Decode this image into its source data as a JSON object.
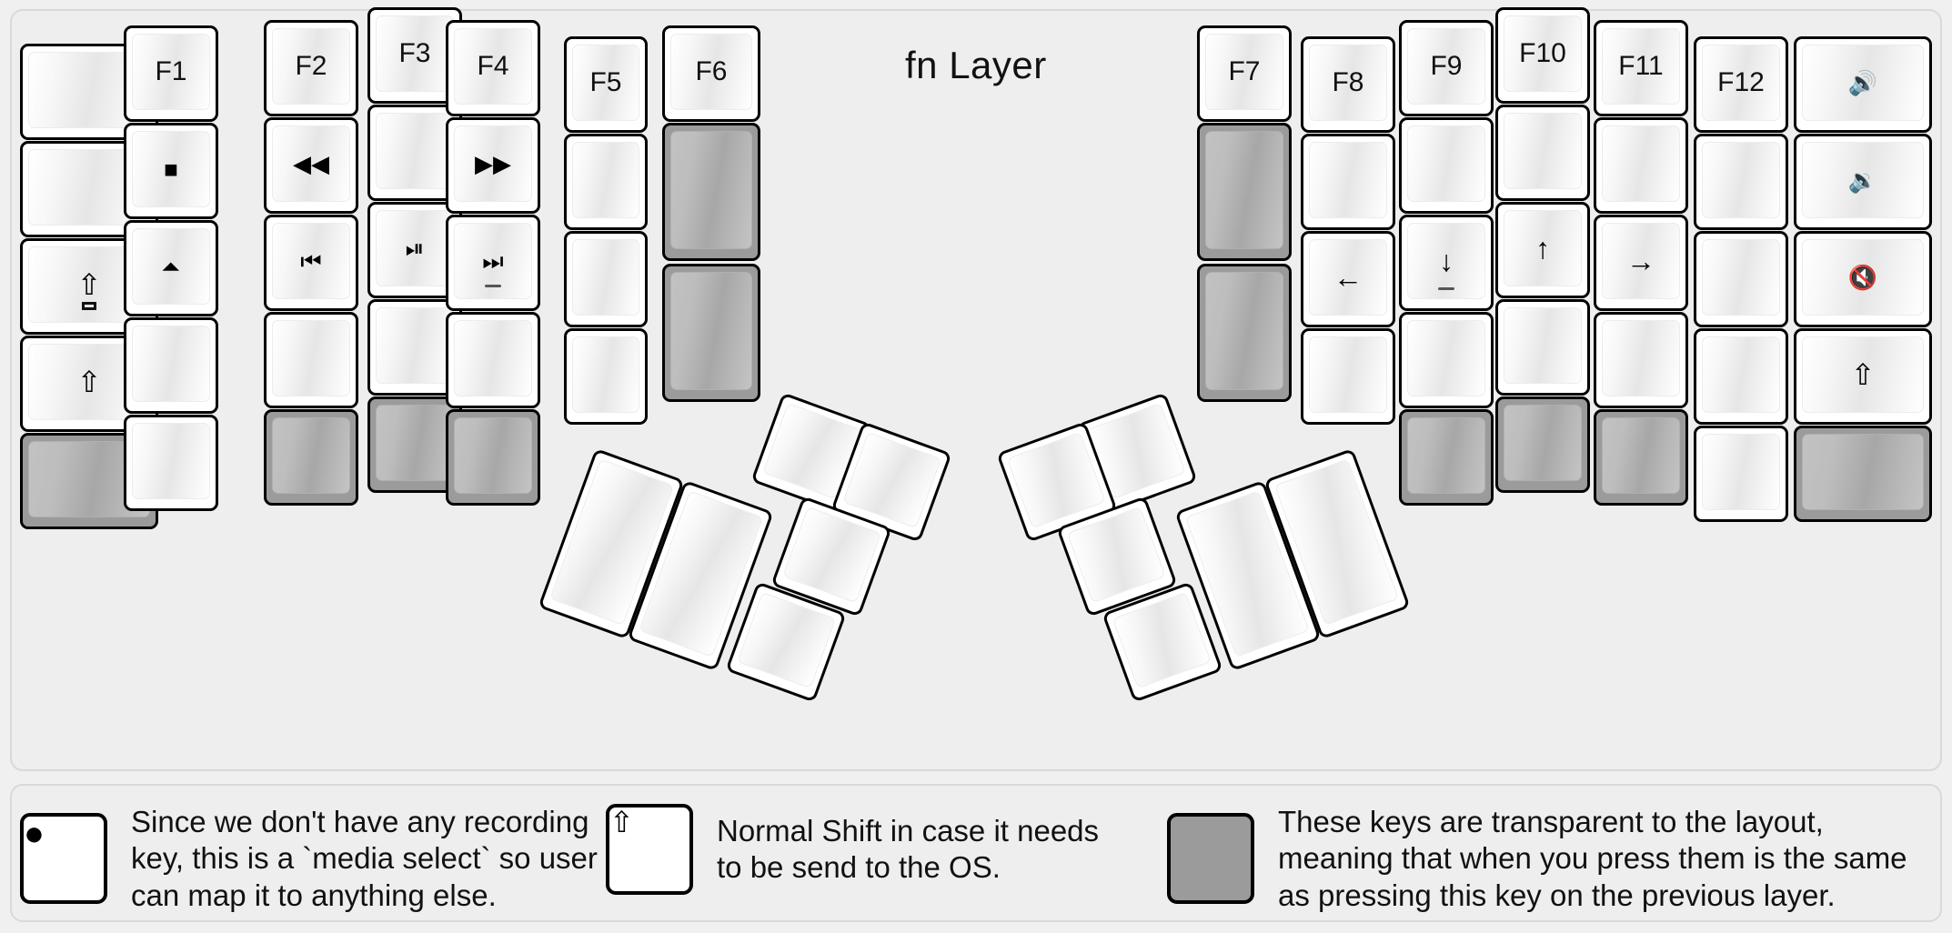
{
  "title": "fn Layer",
  "colors": {
    "background": "#f0f0f0",
    "panel": "#eeeeee",
    "key_fill": "#ffffff",
    "transparent_key": "#9b9b9b",
    "outline": "#000000"
  },
  "glyphs": {
    "record": "●",
    "stop": "■",
    "eject": "⏏",
    "rewind": "◀◀",
    "fast_forward": "▶▶",
    "prev_track": "⏮",
    "play_pause": "⏯",
    "next_track": "⏭",
    "arrow_left": "←",
    "arrow_down": "↓",
    "arrow_up": "↑",
    "arrow_right": "→",
    "volume_up": "🔊",
    "volume_down": "🔉",
    "volume_mute": "🔈",
    "shift": "⇧",
    "caps_lock": "⇧"
  },
  "left_half": {
    "columns": [
      {
        "name": "col-pinky-outer",
        "keys": [
          {
            "name": "key-blank-1",
            "label": "",
            "type": "blank"
          },
          {
            "name": "key-blank-2",
            "label": "",
            "type": "blank"
          },
          {
            "name": "key-caps-lock",
            "label": "",
            "icon": "caps-lock-icon",
            "type": "glyph"
          },
          {
            "name": "key-shift",
            "label": "",
            "icon": "shift-icon",
            "type": "glyph"
          },
          {
            "name": "key-transparent-1",
            "label": "",
            "type": "transparent"
          }
        ]
      },
      {
        "name": "col-pinky",
        "keys": [
          {
            "name": "key-f1",
            "label": "F1",
            "type": "text"
          },
          {
            "name": "key-stop",
            "label": "",
            "icon": "stop-icon",
            "type": "glyph"
          },
          {
            "name": "key-eject",
            "label": "",
            "icon": "eject-icon",
            "type": "glyph"
          },
          {
            "name": "key-blank-3",
            "label": "",
            "type": "blank"
          },
          {
            "name": "key-blank-4",
            "label": "",
            "type": "blank"
          }
        ]
      },
      {
        "name": "col-ring",
        "keys": [
          {
            "name": "key-f2",
            "label": "F2",
            "type": "text"
          },
          {
            "name": "key-rewind",
            "label": "",
            "icon": "rewind-icon",
            "type": "glyph"
          },
          {
            "name": "key-prev-track",
            "label": "",
            "icon": "prev-track-icon",
            "type": "glyph"
          },
          {
            "name": "key-blank-5",
            "label": "",
            "type": "blank"
          },
          {
            "name": "key-transparent-2",
            "label": "",
            "type": "transparent"
          }
        ]
      },
      {
        "name": "col-middle",
        "keys": [
          {
            "name": "key-f3",
            "label": "F3",
            "type": "text"
          },
          {
            "name": "key-record",
            "label": "",
            "icon": "record-icon",
            "type": "glyph"
          },
          {
            "name": "key-play-pause",
            "label": "",
            "icon": "play-pause-icon",
            "type": "glyph"
          },
          {
            "name": "key-blank-6",
            "label": "",
            "type": "blank"
          },
          {
            "name": "key-transparent-3",
            "label": "",
            "type": "transparent"
          }
        ]
      },
      {
        "name": "col-index",
        "keys": [
          {
            "name": "key-f4",
            "label": "F4",
            "type": "text"
          },
          {
            "name": "key-fast-forward",
            "label": "",
            "icon": "fast-forward-icon",
            "type": "glyph"
          },
          {
            "name": "key-next-track",
            "label": "",
            "icon": "next-track-icon",
            "type": "glyph",
            "tick": true
          },
          {
            "name": "key-blank-7",
            "label": "",
            "type": "blank"
          },
          {
            "name": "key-transparent-4",
            "label": "",
            "type": "transparent"
          }
        ]
      },
      {
        "name": "col-index-inner",
        "keys": [
          {
            "name": "key-f5",
            "label": "F5",
            "type": "text"
          },
          {
            "name": "key-blank-8",
            "label": "",
            "type": "blank"
          },
          {
            "name": "key-blank-9",
            "label": "",
            "type": "blank"
          },
          {
            "name": "key-blank-10",
            "label": "",
            "type": "blank"
          }
        ]
      },
      {
        "name": "col-inner",
        "keys": [
          {
            "name": "key-f6",
            "label": "F6",
            "type": "text"
          },
          {
            "name": "key-transparent-5",
            "label": "",
            "type": "transparent"
          },
          {
            "name": "key-transparent-6",
            "label": "",
            "type": "transparent"
          }
        ]
      }
    ],
    "thumb_cluster": {
      "name": "left-thumb-cluster",
      "keys": [
        {
          "name": "thumb-key-1",
          "label": ""
        },
        {
          "name": "thumb-key-2",
          "label": ""
        },
        {
          "name": "thumb-key-3",
          "label": ""
        },
        {
          "name": "thumb-key-4",
          "label": ""
        },
        {
          "name": "thumb-key-5",
          "label": ""
        },
        {
          "name": "thumb-key-6",
          "label": ""
        }
      ]
    }
  },
  "right_half": {
    "columns": [
      {
        "name": "col-inner-r",
        "keys": [
          {
            "name": "key-f7",
            "label": "F7",
            "type": "text"
          },
          {
            "name": "key-transparent-7",
            "label": "",
            "type": "transparent"
          },
          {
            "name": "key-transparent-8",
            "label": "",
            "type": "transparent"
          }
        ]
      },
      {
        "name": "col-index-inner-r",
        "keys": [
          {
            "name": "key-f8",
            "label": "F8",
            "type": "text"
          },
          {
            "name": "key-blank-11",
            "label": "",
            "type": "blank"
          },
          {
            "name": "key-arrow-left",
            "label": "",
            "icon": "arrow-left-icon",
            "type": "glyph"
          },
          {
            "name": "key-blank-12",
            "label": "",
            "type": "blank"
          }
        ]
      },
      {
        "name": "col-index-r",
        "keys": [
          {
            "name": "key-f9",
            "label": "F9",
            "type": "text"
          },
          {
            "name": "key-blank-13",
            "label": "",
            "type": "blank"
          },
          {
            "name": "key-arrow-down",
            "label": "",
            "icon": "arrow-down-icon",
            "type": "glyph",
            "tick": true
          },
          {
            "name": "key-blank-14",
            "label": "",
            "type": "blank"
          },
          {
            "name": "key-transparent-9",
            "label": "",
            "type": "transparent"
          }
        ]
      },
      {
        "name": "col-middle-r",
        "keys": [
          {
            "name": "key-f10",
            "label": "F10",
            "type": "text"
          },
          {
            "name": "key-blank-15",
            "label": "",
            "type": "blank"
          },
          {
            "name": "key-arrow-up",
            "label": "",
            "icon": "arrow-up-icon",
            "type": "glyph"
          },
          {
            "name": "key-blank-16",
            "label": "",
            "type": "blank"
          },
          {
            "name": "key-transparent-10",
            "label": "",
            "type": "transparent"
          }
        ]
      },
      {
        "name": "col-ring-r",
        "keys": [
          {
            "name": "key-f11",
            "label": "F11",
            "type": "text"
          },
          {
            "name": "key-blank-17",
            "label": "",
            "type": "blank"
          },
          {
            "name": "key-arrow-right",
            "label": "",
            "icon": "arrow-right-icon",
            "type": "glyph"
          },
          {
            "name": "key-blank-18",
            "label": "",
            "type": "blank"
          },
          {
            "name": "key-transparent-11",
            "label": "",
            "type": "transparent"
          }
        ]
      },
      {
        "name": "col-pinky-r",
        "keys": [
          {
            "name": "key-f12",
            "label": "F12",
            "type": "text"
          },
          {
            "name": "key-blank-19",
            "label": "",
            "type": "blank"
          },
          {
            "name": "key-blank-20",
            "label": "",
            "type": "blank"
          },
          {
            "name": "key-blank-21",
            "label": "",
            "type": "blank"
          },
          {
            "name": "key-blank-22",
            "label": "",
            "type": "blank"
          }
        ]
      },
      {
        "name": "col-pinky-outer-r",
        "keys": [
          {
            "name": "key-volume-up",
            "label": "",
            "icon": "volume-up-icon",
            "type": "glyph"
          },
          {
            "name": "key-volume-down",
            "label": "",
            "icon": "volume-down-icon",
            "type": "glyph"
          },
          {
            "name": "key-volume-mute",
            "label": "",
            "icon": "volume-mute-icon",
            "type": "glyph"
          },
          {
            "name": "key-shift-right",
            "label": "",
            "icon": "shift-icon",
            "type": "glyph"
          },
          {
            "name": "key-transparent-12",
            "label": "",
            "type": "transparent"
          }
        ]
      }
    ],
    "thumb_cluster": {
      "name": "right-thumb-cluster",
      "keys": [
        {
          "name": "thumb-key-7",
          "label": ""
        },
        {
          "name": "thumb-key-8",
          "label": ""
        },
        {
          "name": "thumb-key-9",
          "label": ""
        },
        {
          "name": "thumb-key-10",
          "label": ""
        },
        {
          "name": "thumb-key-11",
          "label": ""
        },
        {
          "name": "thumb-key-12",
          "label": ""
        }
      ]
    }
  },
  "legend": [
    {
      "name": "legend-media-select",
      "icon": "record-icon",
      "text": "Since we don't have any recording\nkey, this is a `media select` so user\ncan map it to anything else."
    },
    {
      "name": "legend-normal-shift",
      "icon": "shift-icon",
      "text": "Normal Shift in case it needs\nto be send to the OS."
    },
    {
      "name": "legend-transparent-keys",
      "icon": "transparent-key-icon",
      "text": "These keys are transparent to the layout,\nmeaning that when you press them is the same\nas pressing this key on the previous layer."
    }
  ]
}
